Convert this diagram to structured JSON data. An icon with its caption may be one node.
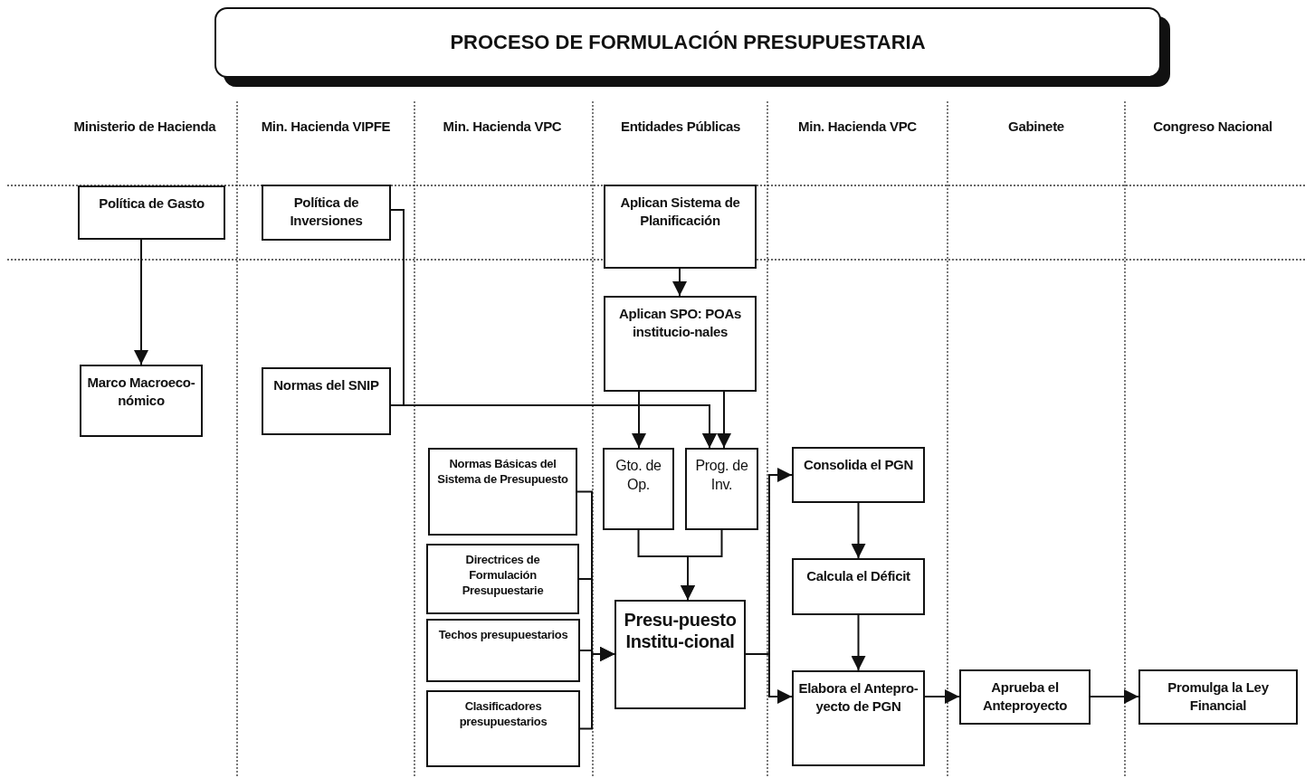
{
  "diagram": {
    "title": "PROCESO DE FORMULACIÓN PRESUPUESTARIA",
    "nodes": [
      {
        "text": [
          "Política de Gasto"
        ]
      },
      {
        "text": [
          "Marco Macroeco-nómico"
        ]
      },
      {
        "text": [
          "Política de Inversiones"
        ]
      },
      {
        "text": [
          "Normas del SNIP"
        ]
      },
      {
        "text": [
          "Aplican Sistema de Planificación"
        ]
      },
      {
        "text": [
          "Aplican SPO: POAs institucio-nales"
        ]
      },
      {
        "text": [
          "Normas Básicas del Sistema de Presupuesto"
        ]
      },
      {
        "text": [
          "Directrices de Formulación Presupuestarie"
        ]
      },
      {
        "text": [
          "Techos presupuestarios"
        ]
      },
      {
        "text": [
          "Clasificadores presupuestarios"
        ]
      },
      {
        "text": [
          "Gto. de Op."
        ]
      },
      {
        "text": [
          "Prog. de Inv."
        ]
      },
      {
        "text": [
          "Presu-puesto Institu-cional"
        ]
      },
      {
        "text": [
          "Consolida el PGN"
        ]
      },
      {
        "text": [
          "Calcula el Déficit"
        ]
      },
      {
        "text": [
          "Elabora el Antepro-yecto de PGN"
        ]
      },
      {
        "text": [
          "Aprueba el Anteproyecto"
        ]
      },
      {
        "text": [
          "Promulga la Ley Financial"
        ]
      }
    ],
    "edges": [
      {
        "from": 0,
        "to": 1,
        "arrow": "to"
      },
      {
        "from": 2,
        "to": 11,
        "arrow": "to"
      },
      {
        "from": 3,
        "to": 11,
        "arrow": "to"
      },
      {
        "from": 4,
        "to": 5,
        "arrow": "to"
      },
      {
        "from": 5,
        "to": 10,
        "arrow": "to"
      },
      {
        "from": 5,
        "to": 11,
        "arrow": "to"
      },
      {
        "from": 6,
        "to": 12,
        "arrow": "to"
      },
      {
        "from": 7,
        "to": 12,
        "arrow": "to"
      },
      {
        "from": 8,
        "to": 12,
        "arrow": "to"
      },
      {
        "from": 9,
        "to": 12,
        "arrow": "to"
      },
      {
        "from": 10,
        "to": 12,
        "arrow": "to"
      },
      {
        "from": 11,
        "to": 12,
        "arrow": "to"
      },
      {
        "from": 12,
        "to": 13,
        "arrow": "to"
      },
      {
        "from": 12,
        "to": 15,
        "arrow": "to"
      },
      {
        "from": 13,
        "to": 14,
        "arrow": "to"
      },
      {
        "from": 14,
        "to": 15,
        "arrow": "to"
      },
      {
        "from": 15,
        "to": 16,
        "arrow": "to"
      },
      {
        "from": 16,
        "to": 17,
        "arrow": "to"
      }
    ],
    "labels": [
      "Ministerio de Hacienda",
      "Min. Hacienda VIPFE",
      "Min. Hacienda VPC",
      "Entidades Públicas",
      "Min. Hacienda VPC",
      "Gabinete",
      "Congreso Nacional"
    ]
  }
}
